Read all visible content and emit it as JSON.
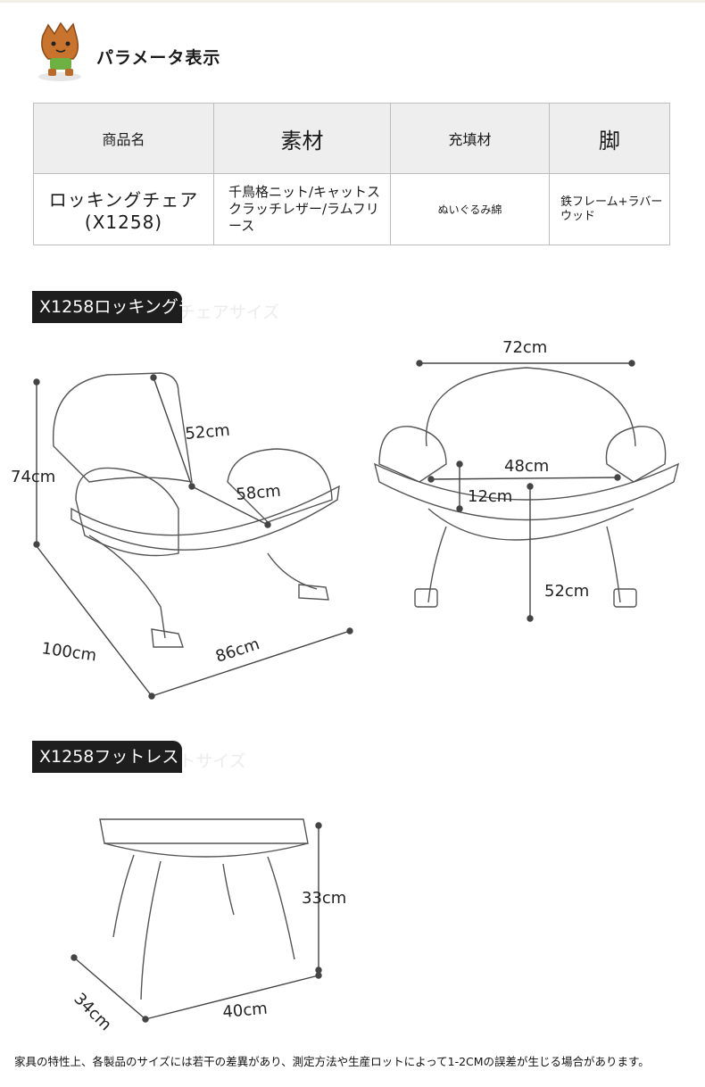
{
  "header": {
    "title": "パラメータ表示",
    "mascot": "tree-stump-mascot-icon"
  },
  "spec_table": {
    "headers": [
      "商品名",
      "素材",
      "充填材",
      "脚"
    ],
    "row": {
      "name": "ロッキングチェア (X1258)",
      "material": "千鳥格ニット/キャットスクラッチレザー/ラムフリース",
      "filling": "ぬいぐるみ綿",
      "legs": "鉄フレーム+ラバーウッド"
    }
  },
  "section_chair": {
    "label": "X1258ロッキングチェアサイズ",
    "dims": {
      "height": "74cm",
      "back": "52cm",
      "seat": "58cm",
      "depth": "100cm",
      "width": "86cm",
      "front_width": "72cm",
      "seat_width": "48cm",
      "seat_depth": "12cm",
      "seat_height": "52cm"
    }
  },
  "section_footrest": {
    "label": "X1258フットレストサイズ",
    "dims": {
      "height": "33cm",
      "depth": "34cm",
      "width": "40cm"
    }
  },
  "footer": "家具の特性上、各製品のサイズには若干の差異があり、測定方法や生産ロットによって1-2CMの誤差が生じる場合があります。"
}
